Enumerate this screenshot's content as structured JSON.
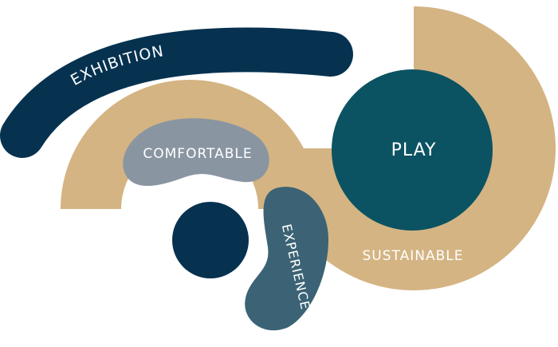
{
  "labels": {
    "exhibition": "EXHIBITION",
    "comfortable": "COMFORTABLE",
    "play": "PLAY",
    "experience": "EXPERIENCE",
    "sustainable": "SUSTAINABLE"
  },
  "colors": {
    "tan": "#d4b483",
    "navy": "#063250",
    "teal": "#0b5362",
    "slate": "#3b6375",
    "gray": "#8a95a2",
    "white": "#ffffff"
  }
}
